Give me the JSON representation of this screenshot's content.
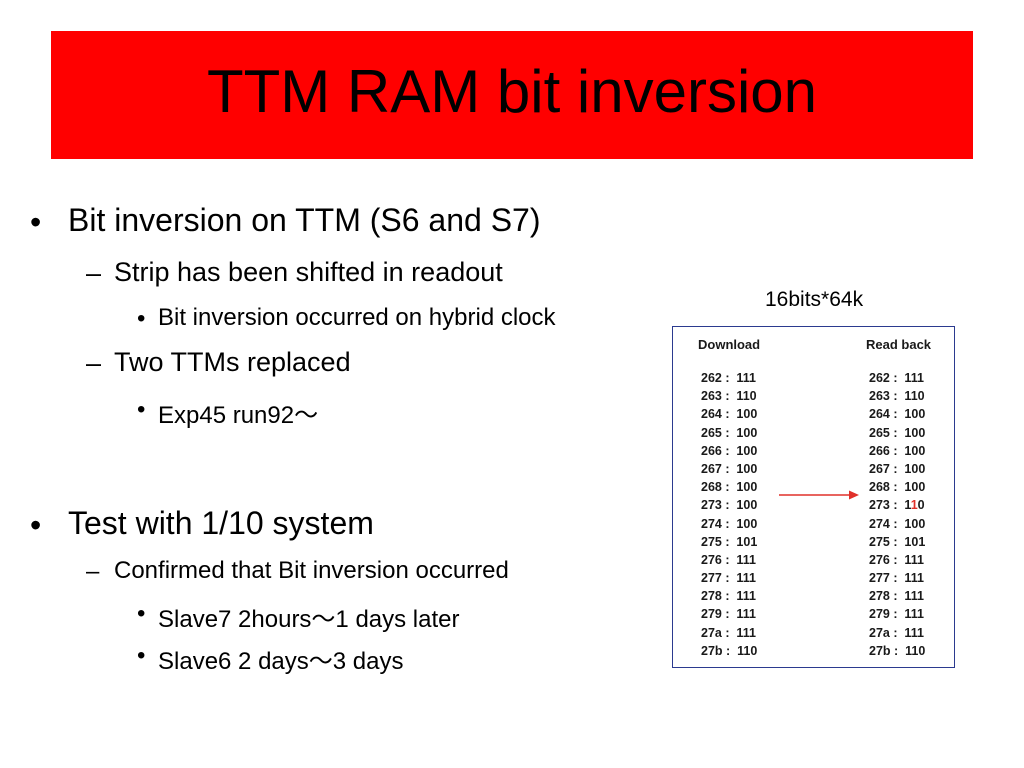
{
  "slide": {
    "title": "TTM RAM bit inversion",
    "title_bg": "#ff0000"
  },
  "bullets": {
    "b1": {
      "marker": "•",
      "text": "Bit inversion on TTM (S6 and S7)"
    },
    "b1_1": {
      "marker": "–",
      "text": "Strip has been shifted in readout"
    },
    "b1_1_1": {
      "marker": "•",
      "text": "Bit inversion occurred on hybrid clock"
    },
    "b1_2": {
      "marker": "–",
      "text": "Two TTMs replaced"
    },
    "b1_2_1": {
      "marker": "•",
      "text": "Exp45 run92～"
    },
    "b2": {
      "marker": "•",
      "text": "Test with 1/10 system"
    },
    "b2_1": {
      "marker": "–",
      "text": "Confirmed that Bit inversion occurred"
    },
    "b2_1_1": {
      "marker": "•",
      "text": "Slave7  2hours～1 days later"
    },
    "b2_1_2": {
      "marker": "•",
      "text": "Slave6  2 days～3 days"
    }
  },
  "figure": {
    "caption": "16bits*64k",
    "download_header": "Download",
    "readback_header": "Read back",
    "arrow_color": "#e0302a",
    "download_rows": [
      "262 :  111",
      "263 :  110",
      "264 :  100",
      "265 :  100",
      "266 :  100",
      "267 :  100",
      "268 :  100",
      "273 :  100",
      "274 :  100",
      "275 :  101",
      "276 :  111",
      "277 :  111",
      "278 :  111",
      "279 :  111",
      "27a :  111",
      "27b :  110"
    ],
    "readback_rows": [
      "262 :  111",
      "263 :  110",
      "264 :  100",
      "265 :  100",
      "266 :  100",
      "267 :  100",
      "268 :  100",
      "273 :  110",
      "274 :  100",
      "275 :  101",
      "276 :  111",
      "277 :  111",
      "278 :  111",
      "279 :  111",
      "27a :  111",
      "27b :  110"
    ],
    "flipped_row_index": 7
  }
}
